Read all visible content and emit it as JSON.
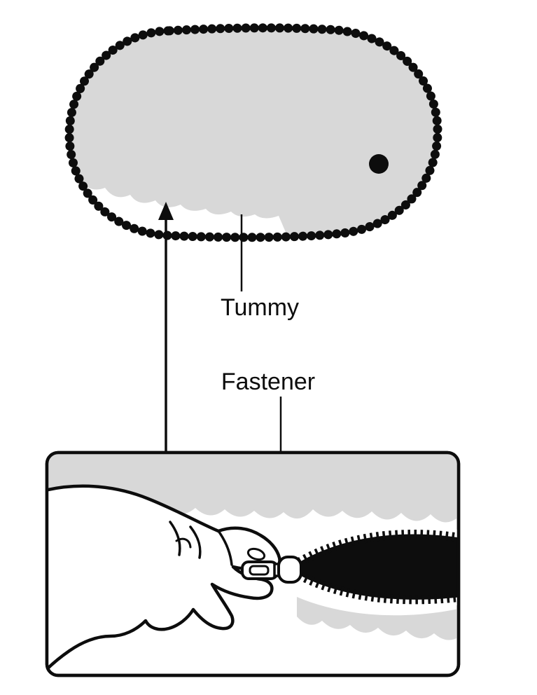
{
  "figure": {
    "type": "instruction-diagram",
    "subject": "plush pouch with hidden zipper fastener on tummy"
  },
  "callouts": [
    {
      "label": "Tummy",
      "target": "tummy-patch"
    },
    {
      "label": "Fastener",
      "target": "zipper-slider"
    }
  ],
  "colors": {
    "fleece_gray": "#d8d8d8",
    "ink_black": "#0d0d0d",
    "patch_white": "#ffffff",
    "opening_black": "#0d0d0d",
    "background": "#ffffff"
  },
  "icons": {
    "plush_body": "plush-pouch-shape",
    "eye": "eye-dot-icon",
    "arrow": "up-arrow",
    "hand": "pinching-hand-illustration",
    "zipper": "zipper-opening-with-teeth",
    "slider": "zipper-slider-and-pull-tab"
  }
}
